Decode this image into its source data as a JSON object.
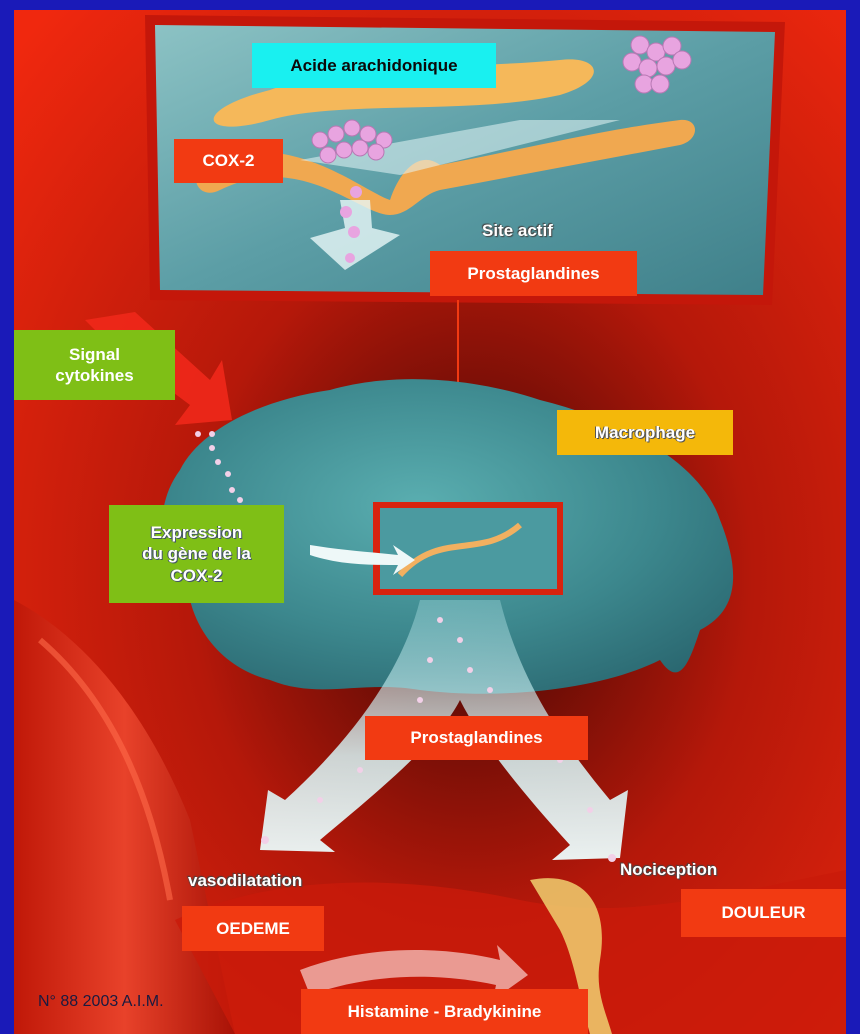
{
  "labels": {
    "acide": "Acide arachidonique",
    "cox2": "COX-2",
    "site_actif": "Site actif",
    "prostaglandines_top": "Prostaglandines",
    "signal": "Signal\ncytokines",
    "macrophage": "Macrophage",
    "expression": "Expression\ndu gène de la\nCOX-2",
    "prostaglandines_mid": "Prostaglandines",
    "vasodilatation": "vasodilatation",
    "nociception": "Nociception",
    "oedeme": "OEDEME",
    "douleur": "DOULEUR",
    "histamine": "Histamine - Bradykinine",
    "credit": "N° 88 2003 A.I.M."
  },
  "colors": {
    "frame": "#1a1ab8",
    "background_red": "#e8210c",
    "label_red": "#f23a12",
    "label_cyan": "#19f0f0",
    "label_green": "#7fbf16",
    "label_yellow": "#f4b80a",
    "panel_teal": "#5fa7ae",
    "cell": "#3f8f93"
  }
}
